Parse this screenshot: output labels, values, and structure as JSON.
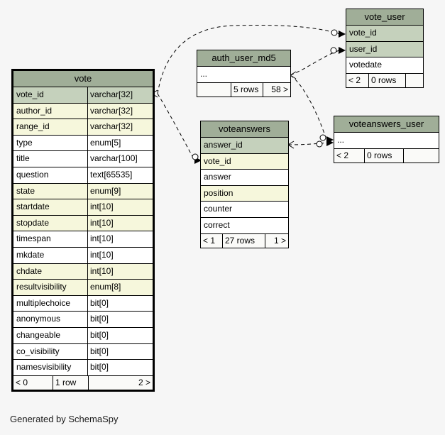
{
  "page": {
    "footer_note": "Generated by SchemaSpy",
    "background": "#f6f6f6"
  },
  "colors": {
    "table_header_bg": "#a0ae98",
    "primary_key_bg": "#c5d1bc",
    "indexed_column_bg": "#f6f7dc",
    "row_bg": "#ffffff",
    "border": "#000000"
  },
  "tables": {
    "vote": {
      "title": "vote",
      "rows": [
        {
          "name": "vote_id",
          "type": "varchar[32]",
          "key": "primary"
        },
        {
          "name": "author_id",
          "type": "varchar[32]",
          "key": "indexed"
        },
        {
          "name": "range_id",
          "type": "varchar[32]",
          "key": "indexed"
        },
        {
          "name": "type",
          "type": "enum[5]",
          "key": "none"
        },
        {
          "name": "title",
          "type": "varchar[100]",
          "key": "none"
        },
        {
          "name": "question",
          "type": "text[65535]",
          "key": "none"
        },
        {
          "name": "state",
          "type": "enum[9]",
          "key": "indexed"
        },
        {
          "name": "startdate",
          "type": "int[10]",
          "key": "indexed"
        },
        {
          "name": "stopdate",
          "type": "int[10]",
          "key": "indexed"
        },
        {
          "name": "timespan",
          "type": "int[10]",
          "key": "none"
        },
        {
          "name": "mkdate",
          "type": "int[10]",
          "key": "none"
        },
        {
          "name": "chdate",
          "type": "int[10]",
          "key": "indexed"
        },
        {
          "name": "resultvisibility",
          "type": "enum[8]",
          "key": "indexed"
        },
        {
          "name": "multiplechoice",
          "type": "bit[0]",
          "key": "none"
        },
        {
          "name": "anonymous",
          "type": "bit[0]",
          "key": "none"
        },
        {
          "name": "changeable",
          "type": "bit[0]",
          "key": "none"
        },
        {
          "name": "co_visibility",
          "type": "bit[0]",
          "key": "none"
        },
        {
          "name": "namesvisibility",
          "type": "bit[0]",
          "key": "none"
        }
      ],
      "footer": {
        "left": "< 0",
        "center": "1 row",
        "right": "2 >"
      }
    },
    "auth_user_md5": {
      "title": "auth_user_md5",
      "rows": [
        {
          "name": "...",
          "type": "",
          "key": "none"
        }
      ],
      "footer": {
        "left": "",
        "center": "5 rows",
        "right": "58 >"
      }
    },
    "vote_user": {
      "title": "vote_user",
      "rows": [
        {
          "name": "vote_id",
          "type": "",
          "key": "primary"
        },
        {
          "name": "user_id",
          "type": "",
          "key": "primary"
        },
        {
          "name": "votedate",
          "type": "",
          "key": "none"
        }
      ],
      "footer": {
        "left": "< 2",
        "center": "0 rows",
        "right": ""
      }
    },
    "voteanswers": {
      "title": "voteanswers",
      "rows": [
        {
          "name": "answer_id",
          "type": "",
          "key": "primary"
        },
        {
          "name": "vote_id",
          "type": "",
          "key": "indexed"
        },
        {
          "name": "answer",
          "type": "",
          "key": "none"
        },
        {
          "name": "position",
          "type": "",
          "key": "indexed"
        },
        {
          "name": "counter",
          "type": "",
          "key": "none"
        },
        {
          "name": "correct",
          "type": "",
          "key": "none"
        }
      ],
      "footer": {
        "left": "< 1",
        "center": "27 rows",
        "right": "1 >"
      }
    },
    "voteanswers_user": {
      "title": "voteanswers_user",
      "rows": [
        {
          "name": "...",
          "type": "",
          "key": "none"
        }
      ],
      "footer": {
        "left": "< 2",
        "center": "0 rows",
        "right": ""
      }
    }
  },
  "relationships": [
    {
      "parent": "vote.vote_id",
      "child": "vote_user.vote_id",
      "style": "dashed"
    },
    {
      "parent": "vote.vote_id",
      "child": "voteanswers.vote_id",
      "style": "dashed"
    },
    {
      "parent": "auth_user_md5",
      "child": "vote_user.user_id",
      "style": "dashed"
    },
    {
      "parent": "auth_user_md5",
      "child": "voteanswers_user",
      "style": "dashed"
    },
    {
      "parent": "voteanswers.answer_id",
      "child": "voteanswers_user",
      "style": "dashed"
    }
  ]
}
